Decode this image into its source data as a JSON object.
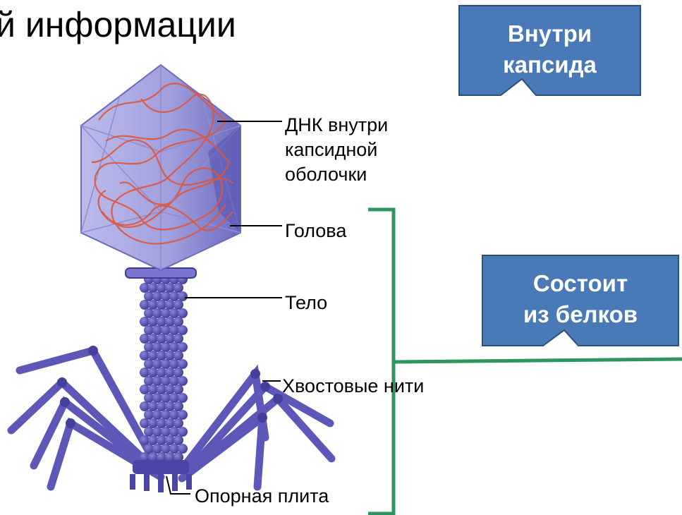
{
  "title": "й информации",
  "labels": {
    "dna": [
      "ДНК внутри",
      "капсидной",
      "оболочки"
    ],
    "head": "Голова",
    "body": "Тело",
    "tail_fibers": "Хвостовые нити",
    "base_plate": "Опорная плита"
  },
  "callouts": {
    "inside": [
      "Внутри",
      "капсида"
    ],
    "proteins": [
      "Состоит",
      "из белков"
    ]
  },
  "colors": {
    "callout_fill": "#4a79b7",
    "callout_border": "#2d4f7c",
    "bracket": "#2e9460",
    "virus_body": "#5a55b5",
    "dna": "#e0553a"
  }
}
